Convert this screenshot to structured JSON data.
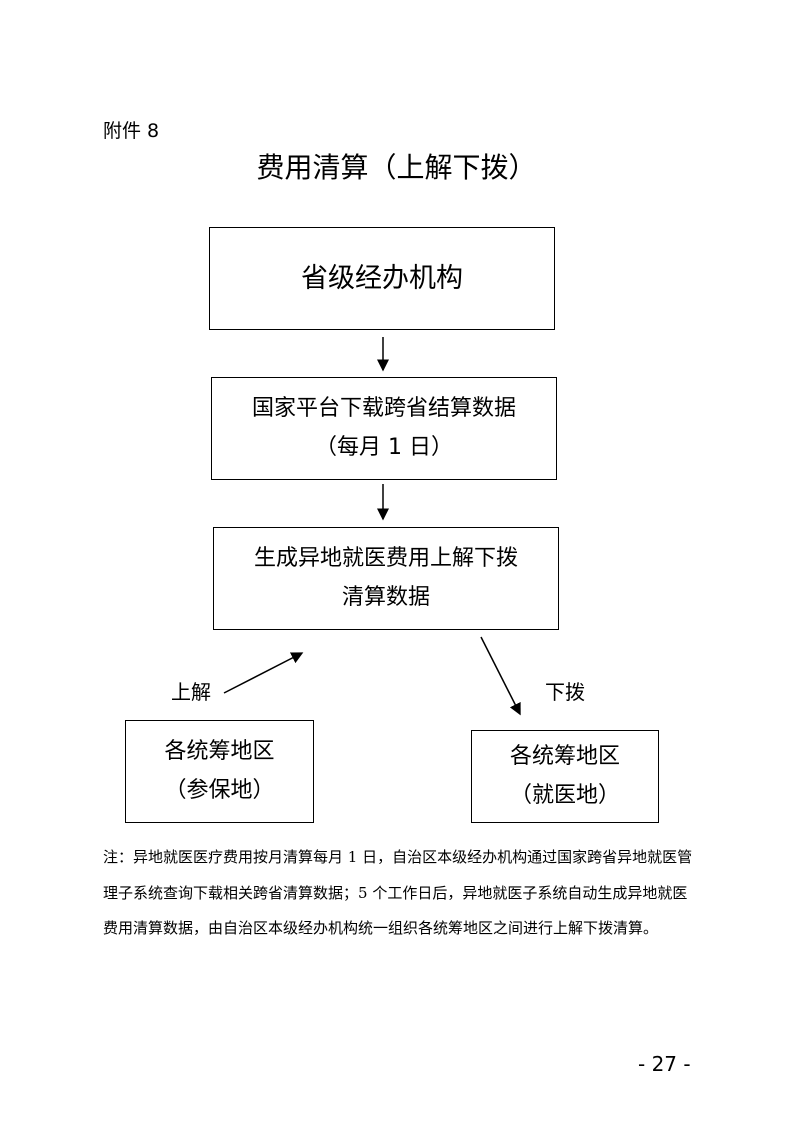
{
  "attachment_label": "附件 8",
  "title": "费用清算（上解下拨）",
  "boxes": {
    "provincial": "省级经办机构",
    "download_line1": "国家平台下载跨省结算数据",
    "download_line2": "（每月 1 日）",
    "generate_line1": "生成异地就医费用上解下拨",
    "generate_line2": "清算数据",
    "insured_line1": "各统筹地区",
    "insured_line2": "（参保地）",
    "treatment_line1": "各统筹地区",
    "treatment_line2": "（就医地）"
  },
  "labels": {
    "up": "上解",
    "down": "下拨"
  },
  "note": {
    "line1": "注：异地就医医疗费用按月清算每月 1 日，自治区本级经办机构通过国家跨省异地就医管",
    "line2": "理子系统查询下载相关跨省清算数据；5 个工作日后，异地就医子系统自动生成异地就医",
    "line3": "费用清算数据，由自治区本级经办机构统一组织各统筹地区之间进行上解下拨清算。"
  },
  "page_number": "- 27 -"
}
